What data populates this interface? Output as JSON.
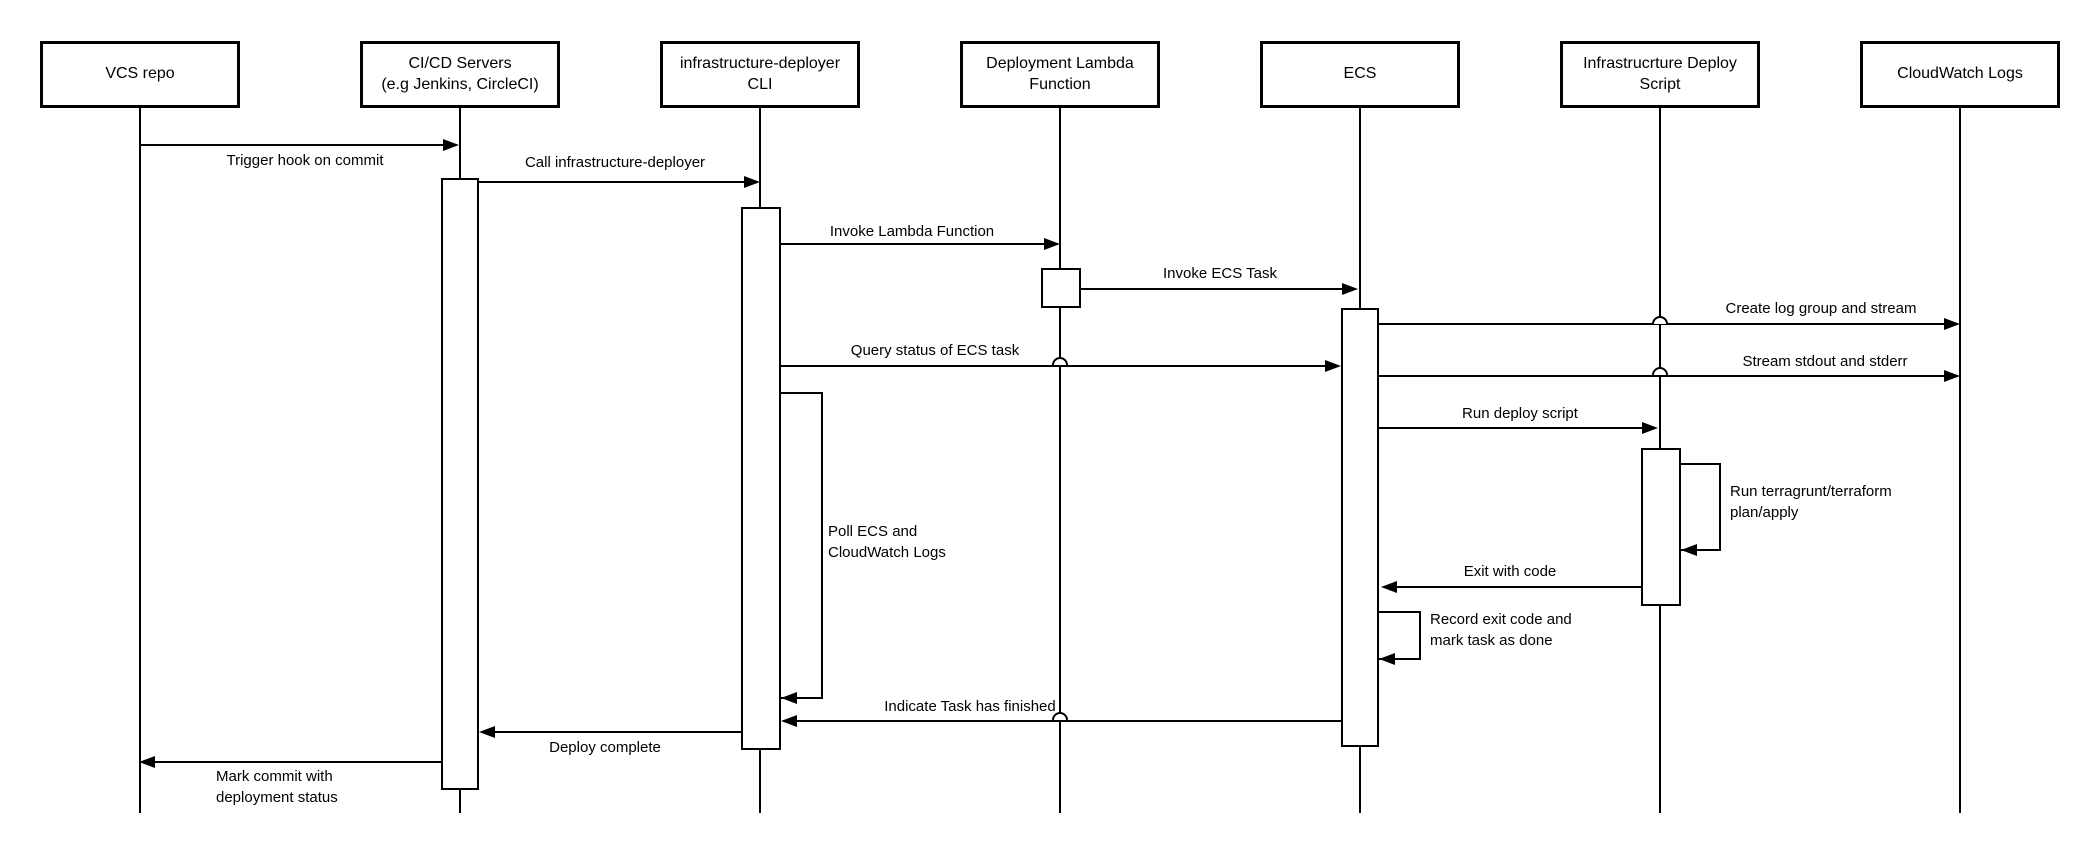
{
  "colors": {
    "stroke": "#000000",
    "background": "#ffffff",
    "text": "#000000"
  },
  "participants": [
    {
      "label": "VCS repo"
    },
    {
      "label": "CI/CD Servers\n(e.g Jenkins, CircleCI)"
    },
    {
      "label": "infrastructure-deployer\nCLI"
    },
    {
      "label": "Deployment Lambda\nFunction"
    },
    {
      "label": "ECS"
    },
    {
      "label": "Infrastrucrture Deploy\nScript"
    },
    {
      "label": "CloudWatch Logs"
    }
  ],
  "messages": [
    {
      "label": "Trigger hook on commit",
      "from": "VCS repo",
      "to": "CI/CD Servers (e.g Jenkins, CircleCI)"
    },
    {
      "label": "Call infrastructure-deployer",
      "from": "CI/CD Servers (e.g Jenkins, CircleCI)",
      "to": "infrastructure-deployer CLI"
    },
    {
      "label": "Invoke Lambda Function",
      "from": "infrastructure-deployer CLI",
      "to": "Deployment Lambda Function"
    },
    {
      "label": "Invoke ECS Task",
      "from": "Deployment Lambda Function",
      "to": "ECS"
    },
    {
      "label": "Create log group and stream",
      "from": "ECS",
      "to": "CloudWatch Logs"
    },
    {
      "label": "Query status of ECS task",
      "from": "infrastructure-deployer CLI",
      "to": "ECS"
    },
    {
      "label": "Stream stdout and stderr",
      "from": "ECS",
      "to": "CloudWatch Logs"
    },
    {
      "label": "Run deploy script",
      "from": "ECS",
      "to": "Infrastrucrture Deploy Script"
    },
    {
      "label": "Run terragrunt/terraform\nplan/apply",
      "from": "Infrastrucrture Deploy Script",
      "to": "Infrastrucrture Deploy Script"
    },
    {
      "label": "Exit with code",
      "from": "Infrastrucrture Deploy Script",
      "to": "ECS"
    },
    {
      "label": "Record exit code and\nmark task as done",
      "from": "ECS",
      "to": "ECS"
    },
    {
      "label": "Poll ECS and\nCloudWatch Logs",
      "from": "infrastructure-deployer CLI",
      "to": "infrastructure-deployer CLI"
    },
    {
      "label": "Indicate Task has finished",
      "from": "ECS",
      "to": "infrastructure-deployer CLI"
    },
    {
      "label": "Deploy complete",
      "from": "infrastructure-deployer CLI",
      "to": "CI/CD Servers (e.g Jenkins, CircleCI)"
    },
    {
      "label": "Mark commit with\ndeployment status",
      "from": "CI/CD Servers (e.g Jenkins, CircleCI)",
      "to": "VCS repo"
    }
  ]
}
